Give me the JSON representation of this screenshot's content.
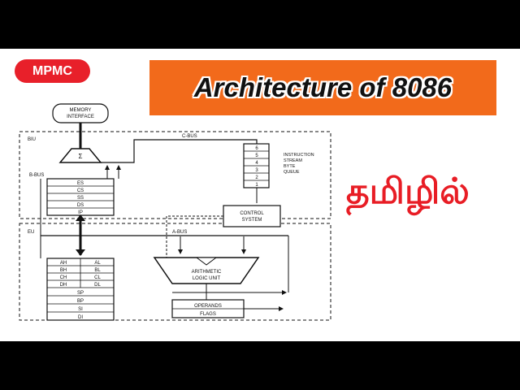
{
  "badge": "MPMC",
  "title": "Architecture of 8086",
  "tamil_text": "தமிழில்",
  "diagram": {
    "memory_interface": [
      "MEMORY",
      "INTERFACE"
    ],
    "biu_label": "BIU",
    "eu_label": "EU",
    "c_bus": "C-BUS",
    "b_bus": "B-BUS",
    "a_bus": "A-BUS",
    "sigma": "Σ",
    "segment_registers": [
      "ES",
      "CS",
      "SS",
      "DS",
      "IP"
    ],
    "queue_numbers": [
      "6",
      "5",
      "4",
      "3",
      "2",
      "1"
    ],
    "queue_label": [
      "INSTRUCTION",
      "STREAM",
      "BYTE",
      "QUEUE"
    ],
    "control_system": [
      "CONTROL",
      "SYSTEM"
    ],
    "general_registers": [
      [
        "AH",
        "AL"
      ],
      [
        "BH",
        "BL"
      ],
      [
        "CH",
        "CL"
      ],
      [
        "DH",
        "DL"
      ]
    ],
    "pointer_registers": [
      "SP",
      "BP",
      "SI",
      "DI"
    ],
    "alu_label": [
      "ARITHMETIC",
      "LOGIC UNIT"
    ],
    "operands_flags": [
      "OPERANDS",
      "FLAGS"
    ]
  }
}
